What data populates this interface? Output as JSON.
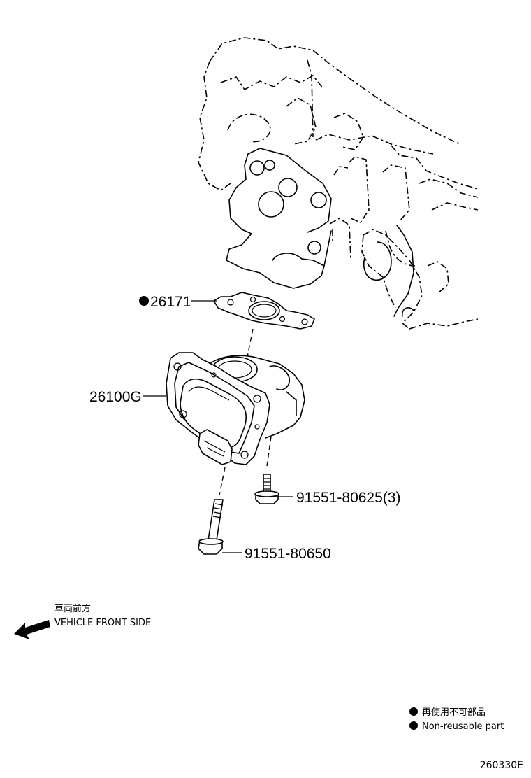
{
  "parts": {
    "gasket": {
      "number": "26171",
      "non_reusable": true
    },
    "throttle_body": {
      "number": "26100G"
    },
    "bolt_short": {
      "number": "91551-80625(3)"
    },
    "bolt_long": {
      "number": "91551-80650"
    }
  },
  "direction": {
    "label_jp": "車両前方",
    "label_en": "VEHICLE FRONT SIDE",
    "icon": "arrow-left-icon"
  },
  "legend": {
    "jp": "再使用不可部品",
    "en": "Non-reusable part",
    "icon": "filled-circle-icon"
  },
  "figure_code": "260330E"
}
